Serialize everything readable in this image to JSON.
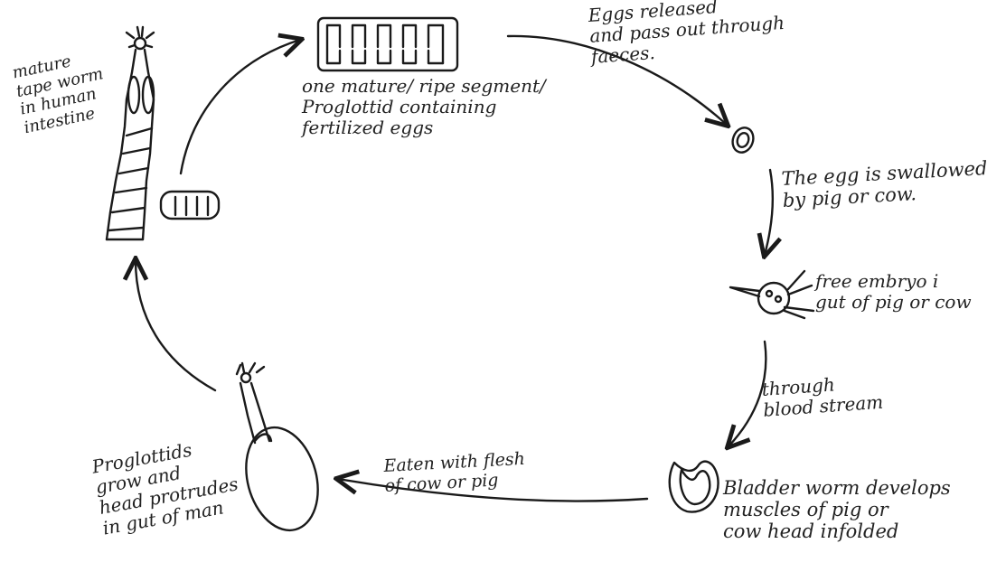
{
  "labels": {
    "mature_tapeworm": "mature\ntape worm\nin human\nintestine",
    "ripe_segment": "one mature/ ripe segment/\nProglottid containing\nfertilized eggs",
    "eggs_released": "Eggs released\nand pass out through\nfaeces.",
    "egg_swallowed": "The egg is swallowed\nby pig or cow.",
    "free_embryo": "free embryo i\ngut of pig or cow",
    "blood_stream": "through\nblood stream",
    "bladder_worm": "Bladder worm develops\nmuscles of pig or\ncow head infolded",
    "eaten_with_flesh": "Eaten with flesh\nof cow or pig",
    "proglottids_grow": "Proglottids\ngrow and\nhead protrudes\nin gut of man"
  }
}
